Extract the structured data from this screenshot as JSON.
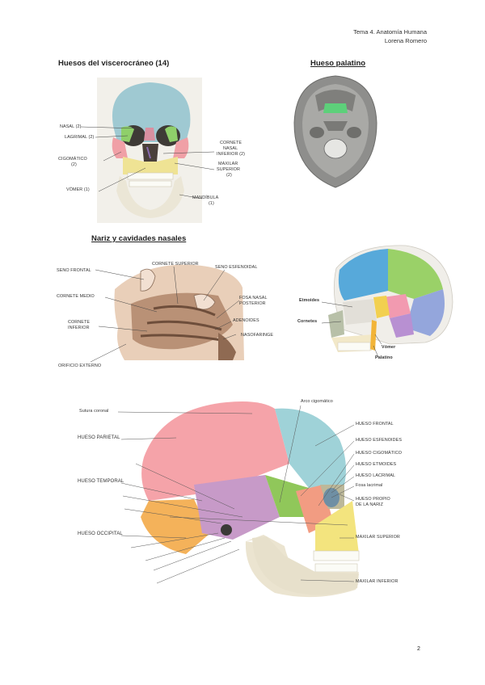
{
  "header": {
    "line1": "Tema 4. Anatomía Humana",
    "line2": "Lorena Romero"
  },
  "sections": {
    "viscero_title": "Huesos del viscerocráneo (14)",
    "palatino_title": "Hueso palatino",
    "nariz_title": "Nariz y cavidades nasales"
  },
  "fig1_labels": {
    "nasal": "NASAL (2)",
    "lagrimal": "LAGRIMAL (2)",
    "cigomatico_a": "CIGOMÁTICO",
    "cigomatico_b": "(2)",
    "vomer": "VÓMER (1)",
    "cornete_a": "CORNETE",
    "cornete_b": "NASAL",
    "cornete_c": "INFERIOR (2)",
    "maxilar_a": "MAXILAR",
    "maxilar_b": "SUPERIOR",
    "maxilar_c": "(2)",
    "mandibula_a": "MANDÍBULA",
    "mandibula_b": "(1)"
  },
  "fig3_labels": {
    "cornete_superior": "CORNETE SUPERIOR",
    "seno_frontal": "SENO FRONTAL",
    "seno_esfenoidal": "SENO ESFENOIDAL",
    "cornete_medio": "CORNETE MEDIO",
    "fosa_a": "FOSA NASAL",
    "fosa_b": "POSTERIOR",
    "cornete_inf_a": "CORNETE",
    "cornete_inf_b": "INFERIOR",
    "adenoides": "ADENOIDES",
    "nasofaringe": "NASOFARINGE",
    "orificio": "ORIFICIO EXTERNO"
  },
  "fig4_labels": {
    "etmoides": "Etmoides",
    "cornetes": "Cornetes",
    "vomer": "Vómer",
    "palatino": "Palatino"
  },
  "fig5_labels": {
    "sutura": "Sutura coronal",
    "arco": "Arco cigomático",
    "parietal": "HUESO PARIETAL",
    "temporal": "HUESO TEMPORAL",
    "occipital": "HUESO OCCIPITAL",
    "frontal": "HUESO FRONTAL",
    "esfenoides": "HUESO ESFENOIDES",
    "cigomatico": "HUESO CIGOMÁTICO",
    "etmoides": "HUESO ETMOIDES",
    "lacrimal": "HUESO LACRIMAL",
    "fosa": "Fosa lacrimal",
    "propio_a": "HUESO PROPIO",
    "propio_b": "DE LA NARIZ",
    "maxsup": "MAXILAR SUPERIOR",
    "maxinf": "MAXILAR INFERIOR"
  },
  "page_number": "2"
}
